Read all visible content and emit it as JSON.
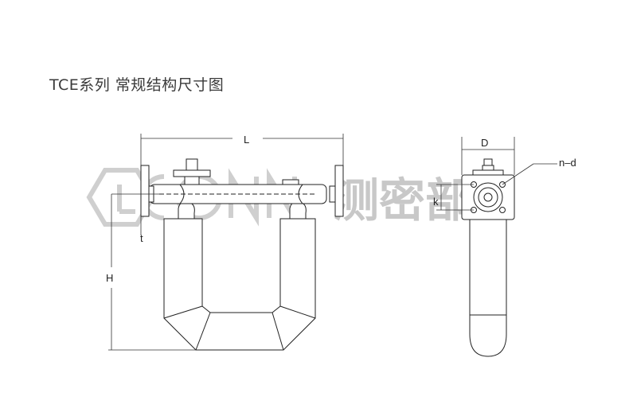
{
  "title": "TCE系列  常规结构尺寸图",
  "labels": {
    "L": "L",
    "H": "H",
    "t": "t",
    "D": "D",
    "k": "k",
    "nd": "n–d"
  },
  "watermark": {
    "brand_text": "测密部",
    "color": "#cfcfcf"
  },
  "colors": {
    "line": "#222222",
    "title": "#3a3a3a"
  }
}
